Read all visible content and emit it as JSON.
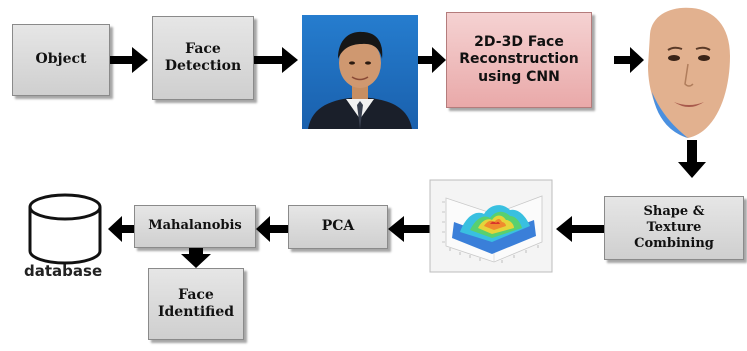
{
  "boxes": {
    "object": "Object",
    "face_detection": "Face Detection",
    "reconstruction": "2D-3D Face Reconstruction using CNN",
    "shape_texture": "Shape & Texture Combining",
    "pca": "PCA",
    "mahalanobis": "Mahalanobis",
    "face_identified": "Face Identified"
  },
  "database_label": "database"
}
